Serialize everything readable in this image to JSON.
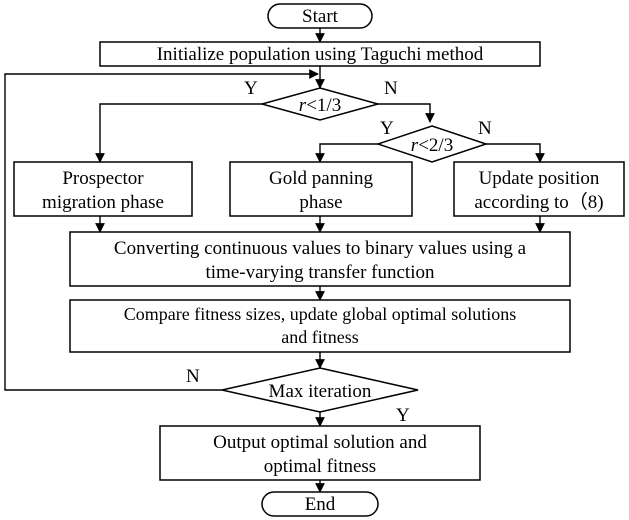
{
  "diagram": {
    "nodes": {
      "start": "Start",
      "init": "Initialize population using Taguchi method",
      "cond1_var": "r",
      "cond1_rest": "<1/3",
      "cond2_var": "r",
      "cond2_rest": "<2/3",
      "prospector_l1": "Prospector",
      "prospector_l2": "migration phase",
      "gold_l1": "Gold panning",
      "gold_l2": "phase",
      "update_l1": "Update position",
      "update_l2": "according to（8)",
      "convert_l1": "Converting continuous values to binary values using a",
      "convert_l2": "time-varying transfer function",
      "compare_l1": "Compare fitness sizes, update global optimal solutions",
      "compare_l2": "and fitness",
      "maxiter": "Max iteration",
      "output_l1": "Output optimal solution and",
      "output_l2": "optimal fitness",
      "end": "End"
    },
    "edge_labels": {
      "cond1_yes": "Y",
      "cond1_no": "N",
      "cond2_yes": "Y",
      "cond2_no": "N",
      "max_no": "N",
      "max_yes": "Y"
    }
  }
}
